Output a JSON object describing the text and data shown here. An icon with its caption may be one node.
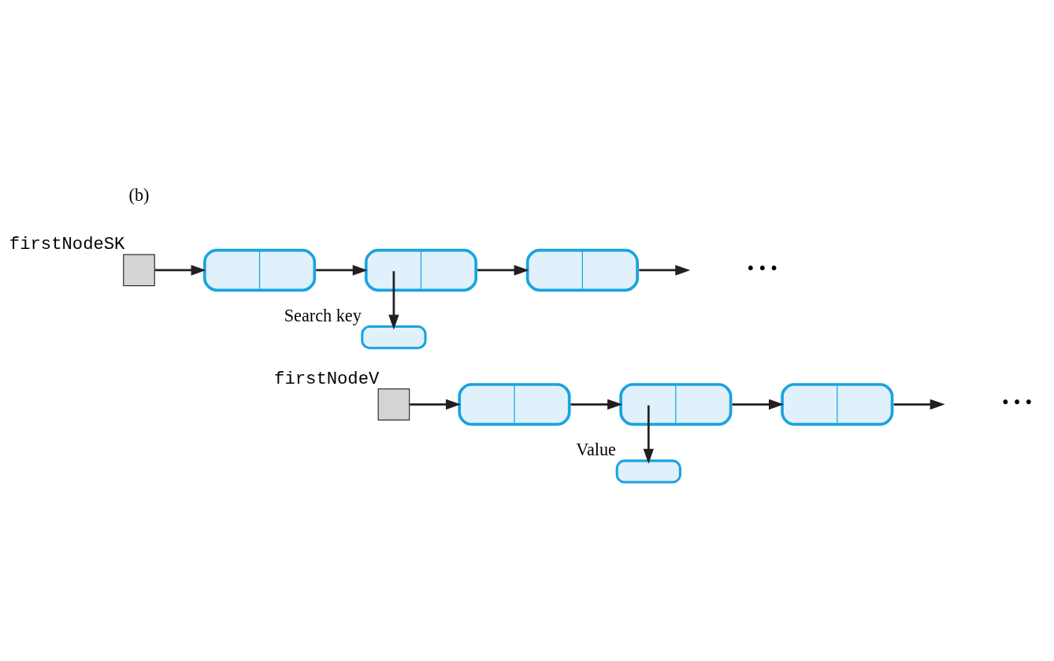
{
  "diagram": {
    "nodes": [
      {
        "text": [],
        "shape": "box",
        "beside": [
          "firstNodeSK"
        ]
      },
      {
        "text": [],
        "shape": "box"
      },
      {
        "text": [],
        "shape": "box"
      },
      {
        "text": [],
        "shape": "box"
      },
      {
        "text": [],
        "shape": "box",
        "beside": [
          "Search key"
        ]
      },
      {
        "text": [],
        "shape": "box",
        "beside": [
          "firstNodeV"
        ]
      },
      {
        "text": [],
        "shape": "box"
      },
      {
        "text": [],
        "shape": "box"
      },
      {
        "text": [],
        "shape": "box"
      },
      {
        "text": [],
        "shape": "box",
        "beside": [
          "Value"
        ]
      }
    ],
    "edges": [
      {
        "from": 0,
        "to": 1,
        "arrow": "to"
      },
      {
        "from": 1,
        "to": 2,
        "arrow": "to"
      },
      {
        "from": 2,
        "to": 3,
        "arrow": "to"
      },
      {
        "from": 3,
        "to": null,
        "arrow": "to"
      },
      {
        "from": 2,
        "to": 4,
        "arrow": "to"
      },
      {
        "from": 5,
        "to": 6,
        "arrow": "to"
      },
      {
        "from": 6,
        "to": 7,
        "arrow": "to"
      },
      {
        "from": 7,
        "to": 8,
        "arrow": "to"
      },
      {
        "from": 8,
        "to": null,
        "arrow": "to"
      },
      {
        "from": 7,
        "to": 9,
        "arrow": "to"
      }
    ],
    "labels": [
      "(b)",
      "• • •",
      "• • •"
    ]
  }
}
